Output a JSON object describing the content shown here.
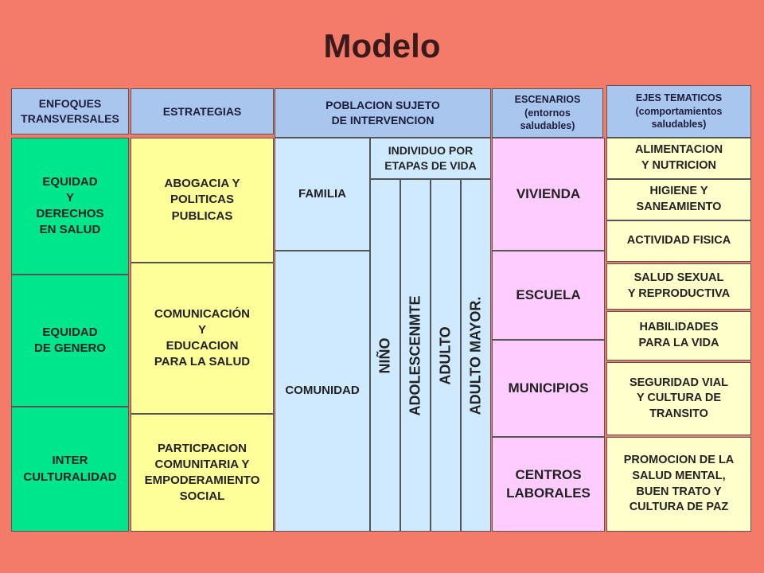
{
  "title": "Modelo",
  "headers": {
    "enfoques": "ENFOQUES\nTRANSVERSALES",
    "estrategias": "ESTRATEGIAS",
    "poblacion": "POBLACION SUJETO\nDE INTERVENCION",
    "escenarios": "ESCENARIOS\n(entornos\nsaludables)",
    "ejes": "EJES TEMATICOS\n(comportamientos\nsaludables)"
  },
  "enfoques": [
    "EQUIDAD\nY\nDERECHOS\nEN SALUD",
    "EQUIDAD\nDE GENERO",
    "INTER\nCULTURALIDAD"
  ],
  "estrategias": [
    "ABOGACIA Y\nPOLITICAS\nPUBLICAS",
    "COMUNICACIÓN\nY\nEDUCACION\nPARA LA SALUD",
    "PARTICPACION\nCOMUNITARIA Y\nEMPODERAMIENTO\nSOCIAL"
  ],
  "poblacion": {
    "familia": "FAMILIA",
    "comunidad": "COMUNIDAD",
    "individuo": "INDIVIDUO POR\nETAPAS DE VIDA",
    "etapas": [
      "NIÑO",
      "ADOLESCENMTE",
      "ADULTO",
      "ADULTO MAYOR."
    ]
  },
  "escenarios": [
    "VIVIENDA",
    "ESCUELA",
    "MUNICIPIOS",
    "CENTROS\nLABORALES"
  ],
  "ejes": [
    "ALIMENTACION\nY NUTRICION",
    "HIGIENE Y\nSANEAMIENTO",
    "ACTIVIDAD FISICA",
    "SALUD SEXUAL\nY REPRODUCTIVA",
    "HABILIDADES\nPARA LA VIDA",
    "SEGURIDAD VIAL\nY CULTURA DE\nTRANSITO",
    "PROMOCION DE LA\nSALUD MENTAL,\nBUEN TRATO Y\nCULTURA DE PAZ"
  ]
}
